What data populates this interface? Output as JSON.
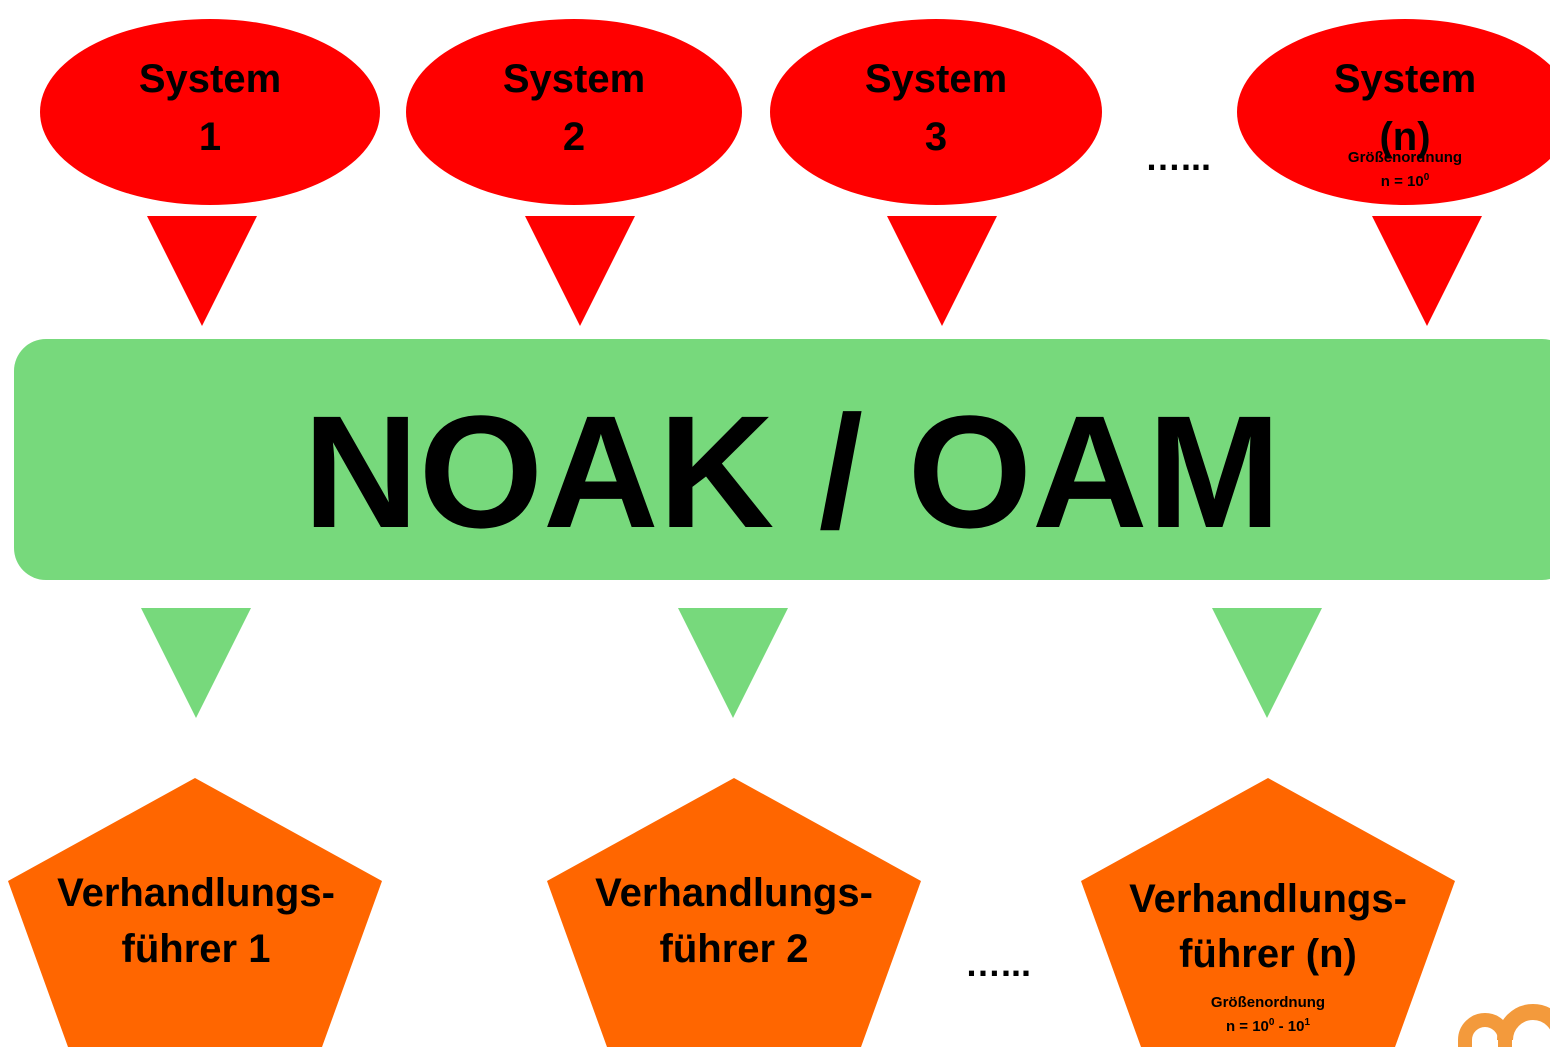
{
  "systems": [
    {
      "line1": "System",
      "line2": "1"
    },
    {
      "line1": "System",
      "line2": "2"
    },
    {
      "line1": "System",
      "line2": "3"
    },
    {
      "line1": "System",
      "line2": "(n)",
      "note1": "Größenordnung",
      "note2_base": "n = 10",
      "note2_sup": "0"
    }
  ],
  "systems_ellipsis": "…...",
  "hub": {
    "label": "NOAK / OAM"
  },
  "negotiators": [
    {
      "line1": "Verhandlungs-",
      "line2": "führer 1"
    },
    {
      "line1": "Verhandlungs-",
      "line2": "führer 2"
    },
    {
      "line1": "Verhandlungs-",
      "line2": "führer (n)",
      "note1": "Größenordnung",
      "note2_a": "n = 10",
      "note2_a_sup": "0",
      "note2_b": " - 10",
      "note2_b_sup": "1"
    }
  ],
  "negotiators_ellipsis": "…...",
  "colors": {
    "system": "#ff0000",
    "hub": "#77d97c",
    "negotiator": "#ff6600",
    "logo": "#f39a3c"
  }
}
